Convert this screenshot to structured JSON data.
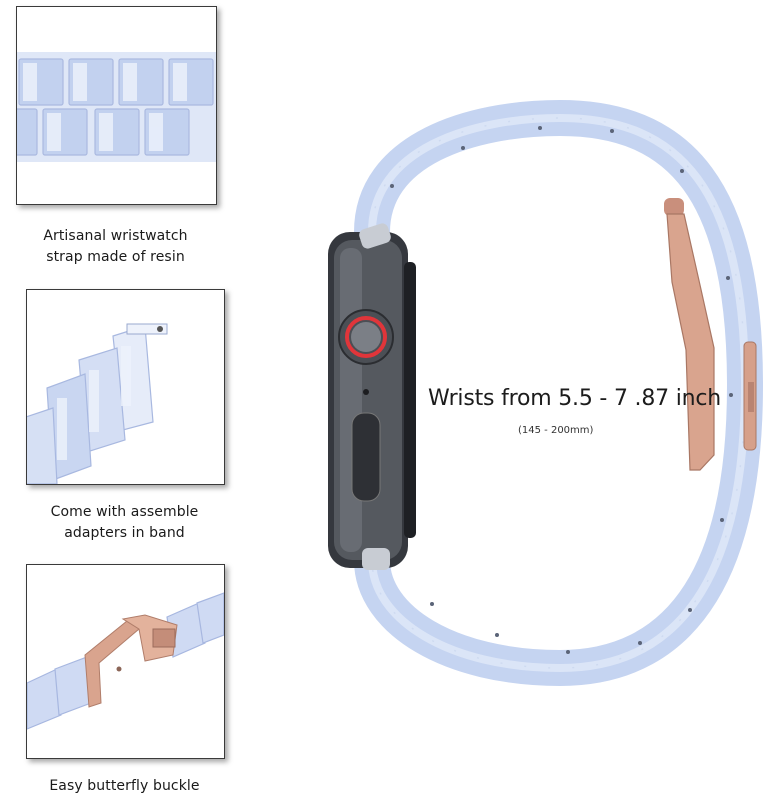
{
  "features": [
    {
      "line1": "Artisanal wristwatch",
      "line2": "strap made of resin",
      "icon": "resin-link-closeup"
    },
    {
      "line1": "Come with assemble",
      "line2": "adapters in band",
      "icon": "adapter-pin"
    },
    {
      "line1": "Easy butterfly buckle",
      "line2": "",
      "icon": "butterfly-buckle"
    }
  ],
  "main": {
    "headline": "Wrists from 5.5 - 7 .87 inch",
    "subtext": "(145 - 200mm)"
  },
  "colors": {
    "band": "#c9d7f2",
    "band_shade": "#a9bce6",
    "watch_case": "#3a3d42",
    "crown_ring": "#e0353a",
    "buckle": "#d6a08a"
  }
}
